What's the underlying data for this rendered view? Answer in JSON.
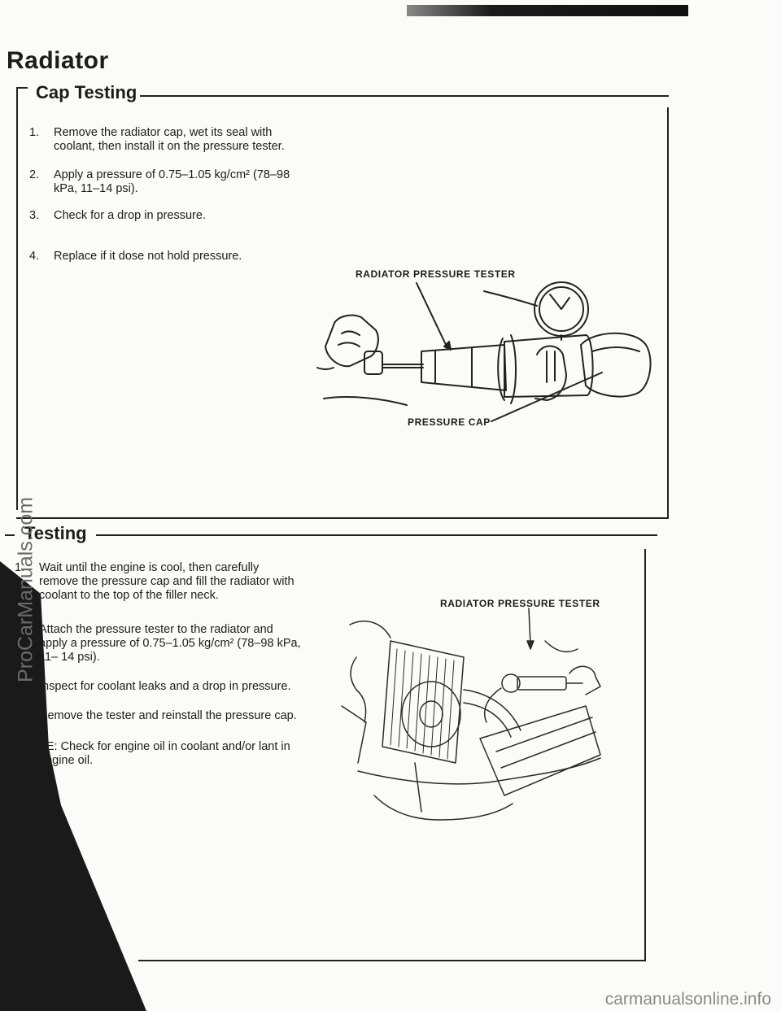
{
  "page": {
    "title": "Radiator"
  },
  "cap_testing": {
    "heading": "Cap Testing",
    "steps": [
      {
        "num": "1.",
        "text": "Remove the radiator cap, wet its seal with coolant, then install it on the pressure tester."
      },
      {
        "num": "2.",
        "text": "Apply a pressure of 0.75–1.05 kg/cm² (78–98 kPa, 11–14 psi)."
      },
      {
        "num": "3.",
        "text": "Check for a drop in pressure."
      },
      {
        "num": "4.",
        "text": "Replace if it dose not hold pressure."
      }
    ],
    "figure": {
      "label_tester": "RADIATOR PRESSURE TESTER",
      "label_cap": "PRESSURE CAP"
    }
  },
  "testing": {
    "heading": "Testing",
    "steps": [
      {
        "num": "1.",
        "text": "Wait until the engine is cool, then carefully remove the pressure cap and fill the radiator with coolant to the top of the filler neck."
      },
      {
        "num": "2.",
        "text": "Attach the pressure tester to the radiator and apply a pressure of 0.75–1.05 kg/cm² (78–98 kPa, 11– 14 psi)."
      },
      {
        "num": "",
        "text": "Inspect for coolant leaks and a drop in pressure."
      },
      {
        "num": "",
        "text": "Remove the tester and reinstall the pressure cap."
      },
      {
        "num": "",
        "text": "TE: Check for engine oil in coolant and/or lant in engine oil."
      }
    ],
    "figure": {
      "label_tester": "RADIATOR PRESSURE TESTER"
    }
  },
  "watermarks": {
    "vertical": "ProCarManuals.com",
    "bottom": "carmanualsonline.info"
  }
}
